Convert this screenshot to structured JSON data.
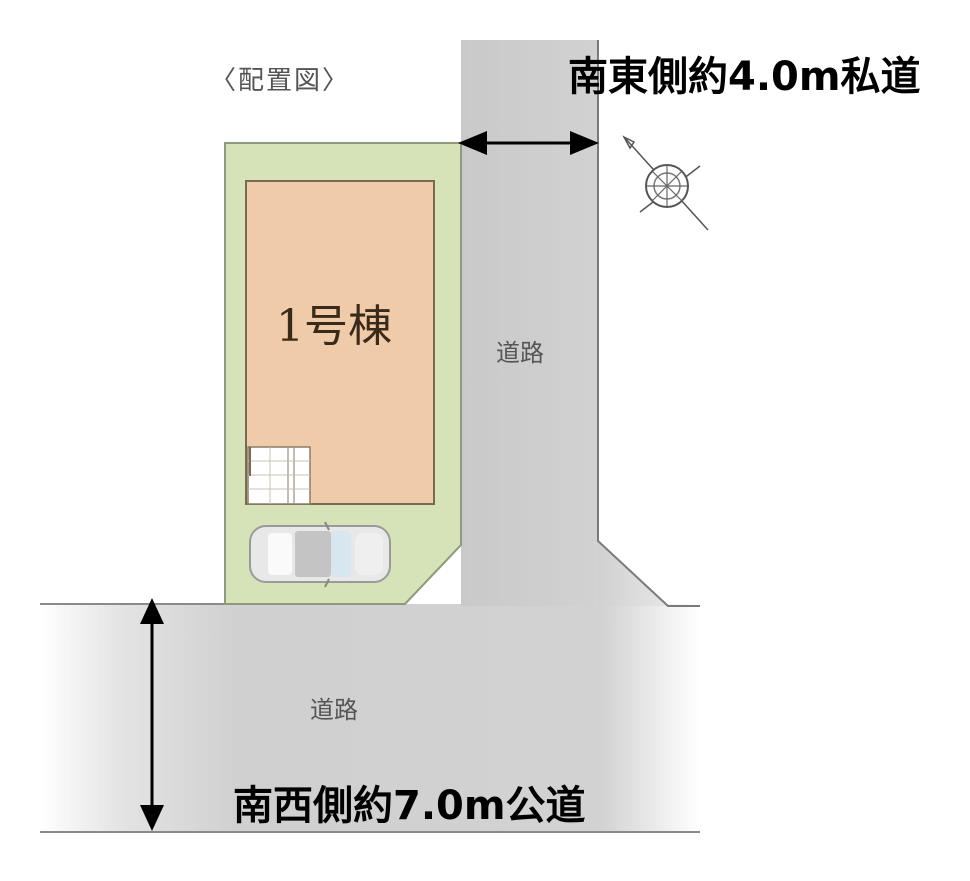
{
  "diagram": {
    "title": "〈配置図〉",
    "building": {
      "label": "1号棟",
      "fill": "#efcba9",
      "lot_fill": "#d6e2b8"
    },
    "roads": [
      {
        "id": "east",
        "label": "道路",
        "annotation": "南東側約4.0m私道",
        "width": "約4.0m",
        "type": "私道",
        "direction": "南東側"
      },
      {
        "id": "south",
        "label": "道路",
        "annotation": "南西側約7.0m公道",
        "width": "約7.0m",
        "type": "公道",
        "direction": "南西側"
      }
    ],
    "road_fill": "#cfcfcf",
    "compass": {
      "name": "north-arrow-compass"
    },
    "car": {
      "name": "parking-car"
    },
    "entrance_steps": {
      "name": "entrance-porch"
    }
  }
}
